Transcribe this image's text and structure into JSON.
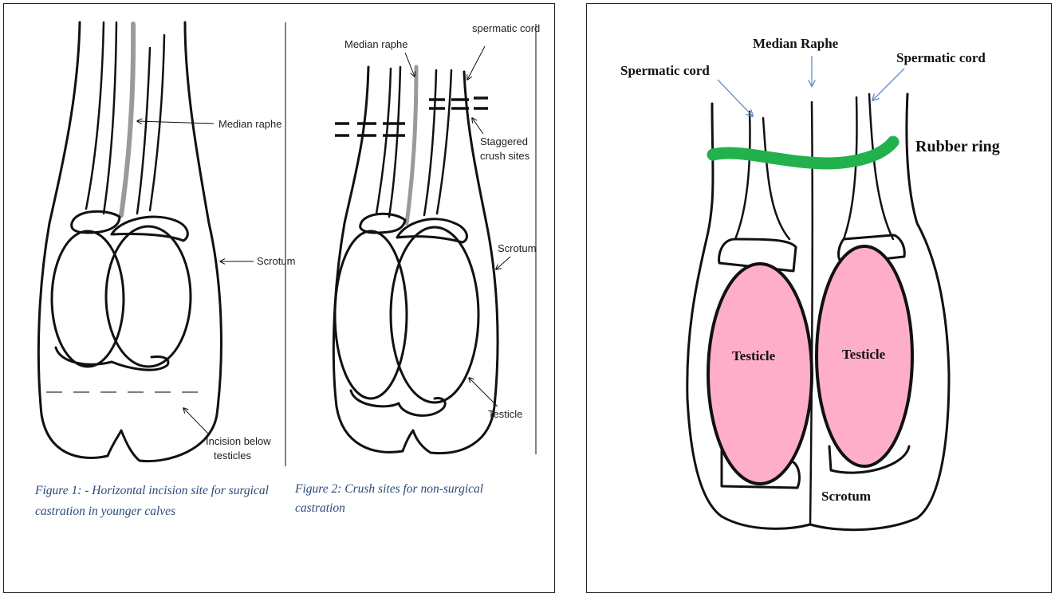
{
  "figure1": {
    "label_median_raphe": "Median raphe",
    "label_scrotum": "Scrotum",
    "label_incision": [
      "Incision below",
      "testicles"
    ],
    "caption": [
      "Figure 1: - Horizontal incision site for surgical",
      "castration in younger calves"
    ]
  },
  "figure2": {
    "label_median_raphe": "Median raphe",
    "label_spermatic_cord": "spermatic cord",
    "label_staggered": [
      "Staggered",
      "crush sites"
    ],
    "label_scrotum": "Scrotum",
    "label_testicle": "Testicle",
    "caption": [
      "Figure 2:  Crush sites for non-surgical",
      "castration"
    ]
  },
  "figure3": {
    "label_spermatic_cord_left": "Spermatic cord",
    "label_median_raphe": "Median Raphe",
    "label_spermatic_cord_right": "Spermatic cord",
    "label_rubber_ring": "Rubber ring",
    "label_testicle_left": "Testicle",
    "label_testicle_right": "Testicle",
    "label_scrotum": "Scrotum",
    "colors": {
      "ring": "#22b14c",
      "testicle": "#ffaec9",
      "caption": "#2b4a78"
    }
  }
}
